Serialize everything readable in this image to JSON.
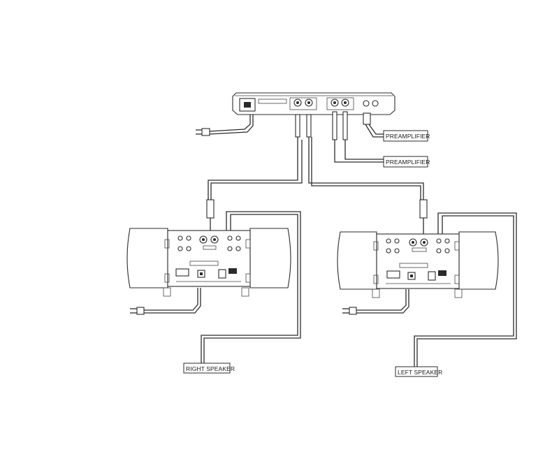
{
  "labels": {
    "preamp_1": "PREAMPLIFIER",
    "preamp_2": "PREAMPLIFIER",
    "right_speaker": "RIGHT SPEAKER",
    "left_speaker": "LEFT SPEAKER"
  },
  "components": {
    "power_supply": "power-supply-unit",
    "right_amp": "right-monoblock-amplifier",
    "left_amp": "left-monoblock-amplifier"
  }
}
